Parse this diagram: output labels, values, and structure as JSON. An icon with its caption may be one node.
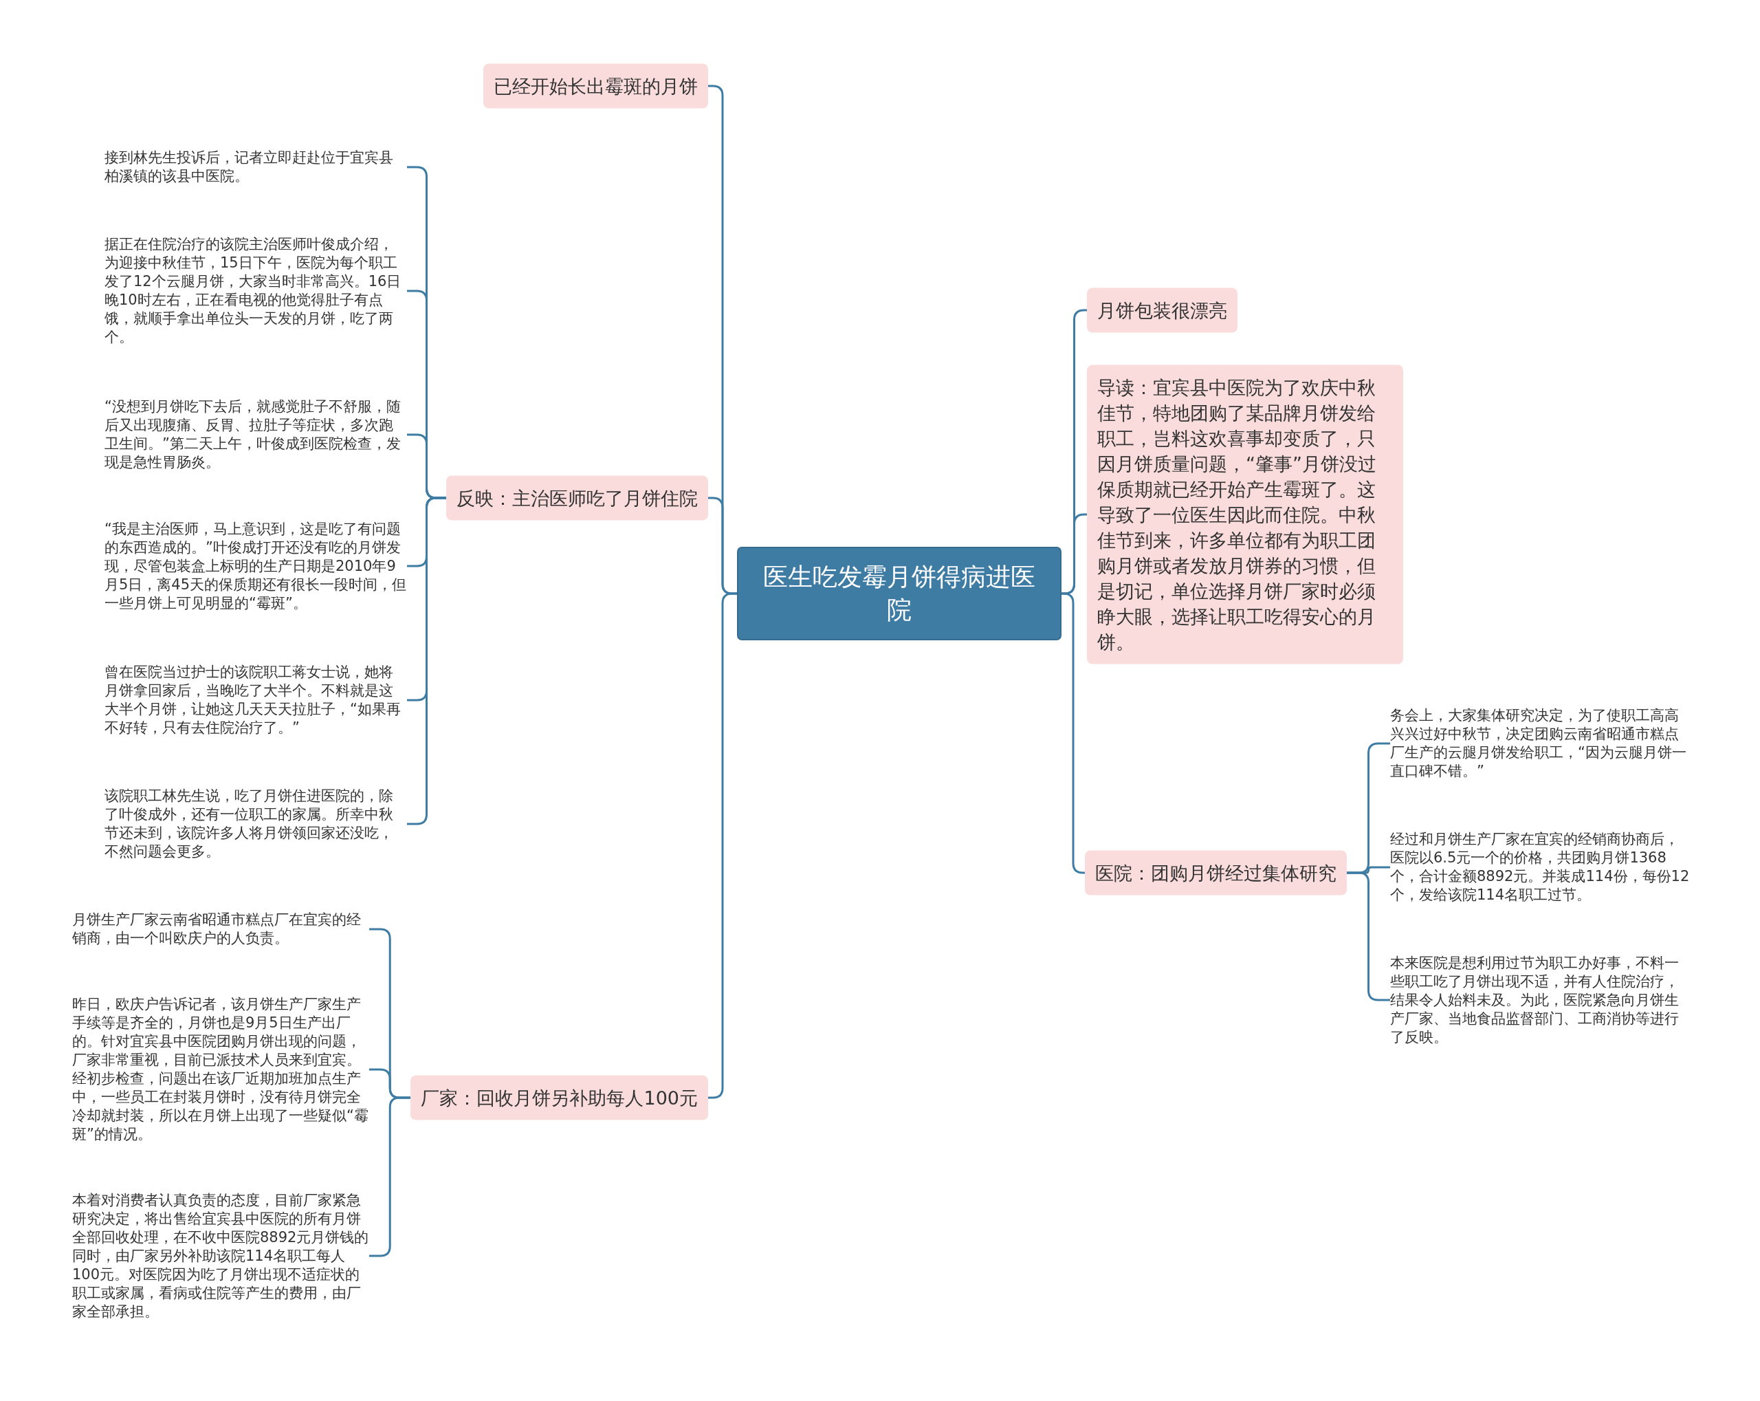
{
  "diagram": {
    "nodes": [
      {
        "text": [
          "医生吃发霉月饼得病进医院"
        ]
      },
      {
        "text": [
          "已经开始长出霉斑的月饼"
        ]
      },
      {
        "text": [
          "反映：主治医师吃了月饼住院"
        ]
      },
      {
        "text": [
          "接到林先生投诉后，记者立即赶赴位于宜宾县柏溪镇的该县中医院。"
        ]
      },
      {
        "text": [
          "据正在住院治疗的该院主治医师叶俊成介绍，为迎接中秋佳节，15日下午，医院为每个职工发了12个云腿月饼，大家当时非常高兴。16日晚10时左右，正在看电视的他觉得肚子有点饿，就顺手拿出单位头一天发的月饼，吃了两个。"
        ]
      },
      {
        "text": [
          "“没想到月饼吃下去后，就感觉肚子不舒服，随后又出现腹痛、反胃、拉肚子等症状，多次跑卫生间。”第二天上午，叶俊成到医院检查，发现是急性胃肠炎。"
        ]
      },
      {
        "text": [
          "“我是主治医师，马上意识到，这是吃了有问题的东西造成的。”叶俊成打开还没有吃的月饼发现，尽管包装盒上标明的生产日期是2010年9月5日，离45天的保质期还有很长一段时间，但一些月饼上可见明显的“霉斑”。"
        ]
      },
      {
        "text": [
          "曾在医院当过护士的该院职工蒋女士说，她将月饼拿回家后，当晚吃了大半个。不料就是这大半个月饼，让她这几天天天拉肚子，“如果再不好转，只有去住院治疗了。”"
        ]
      },
      {
        "text": [
          "该院职工林先生说，吃了月饼住进医院的，除了叶俊成外，还有一位职工的家属。所幸中秋节还未到，该院许多人将月饼领回家还没吃，不然问题会更多。"
        ]
      },
      {
        "text": [
          "厂家：回收月饼另补助每人100元"
        ]
      },
      {
        "text": [
          "月饼生产厂家云南省昭通市糕点厂在宜宾的经销商，由一个叫欧庆户的人负责。"
        ]
      },
      {
        "text": [
          "昨日，欧庆户告诉记者，该月饼生产厂家生产手续等是齐全的，月饼也是9月5日生产出厂的。针对宜宾县中医院团购月饼出现的问题，厂家非常重视，目前已派技术人员来到宜宾。经初步检查，问题出在该厂近期加班加点生产中，一些员工在封装月饼时，没有待月饼完全冷却就封装，所以在月饼上出现了一些疑似“霉斑”的情况。"
        ]
      },
      {
        "text": [
          "本着对消费者认真负责的态度，目前厂家紧急研究决定，将出售给宜宾县中医院的所有月饼全部回收处理，在不收中医院8892元月饼钱的同时，由厂家另外补助该院114名职工每人100元。对医院因为吃了月饼出现不适症状的职工或家属，看病或住院等产生的费用，由厂家全部承担。"
        ]
      },
      {
        "text": [
          "月饼包装很漂亮"
        ]
      },
      {
        "text": [
          "导读：宜宾县中医院为了欢庆中秋佳节，特地团购了某品牌月饼发给职工，岂料这欢喜事却变质了，只因月饼质量问题，“肇事”月饼没过保质期就已经开始产生霉斑了。这导致了一位医生因此而住院。中秋佳节到来，许多单位都有为职工团购月饼或者发放月饼券的习惯，但是切记，单位选择月饼厂家时必须睁大眼，选择让职工吃得安心的月饼。"
        ]
      },
      {
        "text": [
          "医院：团购月饼经过集体研究"
        ]
      },
      {
        "text": [
          "务会上，大家集体研究决定，为了使职工高高兴兴过好中秋节，决定团购云南省昭通市糕点厂生产的云腿月饼发给职工，“因为云腿月饼一直口碑不错。”"
        ]
      },
      {
        "text": [
          "经过和月饼生产厂家在宜宾的经销商协商后，医院以6.5元一个的价格，共团购月饼1368个，合计金额8892元。并装成114份，每份12个，发给该院114名职工过节。"
        ]
      },
      {
        "text": [
          "本来医院是想利用过节为职工办好事，不料一些职工吃了月饼出现不适，并有人住院治疗，结果令人始料未及。为此，医院紧急向月饼生产厂家、当地食品监督部门、工商消协等进行了反映。"
        ]
      }
    ],
    "edges": [
      {
        "from": 0,
        "to": 1,
        "arrow": "none"
      },
      {
        "from": 0,
        "to": 2,
        "arrow": "none"
      },
      {
        "from": 2,
        "to": 3,
        "arrow": "none"
      },
      {
        "from": 2,
        "to": 4,
        "arrow": "none"
      },
      {
        "from": 2,
        "to": 5,
        "arrow": "none"
      },
      {
        "from": 2,
        "to": 6,
        "arrow": "none"
      },
      {
        "from": 2,
        "to": 7,
        "arrow": "none"
      },
      {
        "from": 2,
        "to": 8,
        "arrow": "none"
      },
      {
        "from": 0,
        "to": 9,
        "arrow": "none"
      },
      {
        "from": 9,
        "to": 10,
        "arrow": "none"
      },
      {
        "from": 9,
        "to": 11,
        "arrow": "none"
      },
      {
        "from": 9,
        "to": 12,
        "arrow": "none"
      },
      {
        "from": 0,
        "to": 13,
        "arrow": "none"
      },
      {
        "from": 0,
        "to": 14,
        "arrow": "none"
      },
      {
        "from": 0,
        "to": 15,
        "arrow": "none"
      },
      {
        "from": 15,
        "to": 16,
        "arrow": "none"
      },
      {
        "from": 15,
        "to": 17,
        "arrow": "none"
      },
      {
        "from": 15,
        "to": 18,
        "arrow": "none"
      }
    ]
  }
}
